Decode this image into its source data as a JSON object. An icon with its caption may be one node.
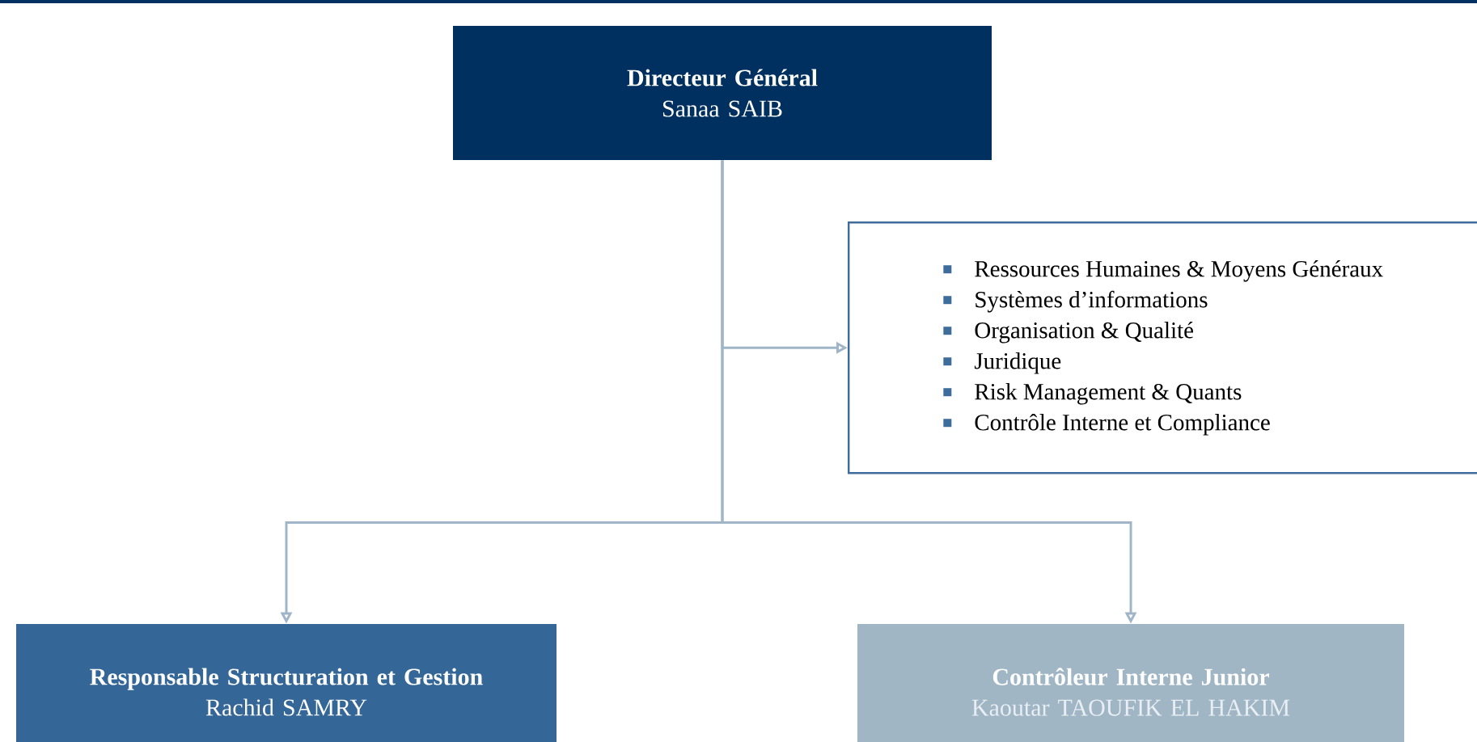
{
  "diagram": {
    "nodes": [
      {
        "text": [
          "Directeur Général",
          "Sanaa SAIB"
        ]
      },
      {
        "text": [
          "Ressources Humaines & Moyens Généraux",
          "Systèmes d’informations",
          "Organisation & Qualité",
          "Juridique",
          "Risk Management & Quants",
          "Contrôle Interne et Compliance"
        ]
      },
      {
        "text": [
          "Responsable Structuration et Gestion",
          "Rachid SAMRY"
        ]
      },
      {
        "text": [
          "Contrôleur Interne Junior",
          "Kaoutar TAOUFIK EL HAKIM"
        ]
      }
    ],
    "edges": [
      {
        "from": 0,
        "to": 1,
        "arrow": "to"
      },
      {
        "from": 0,
        "to": 2,
        "arrow": "to"
      },
      {
        "from": 0,
        "to": 3,
        "arrow": "to"
      }
    ]
  }
}
